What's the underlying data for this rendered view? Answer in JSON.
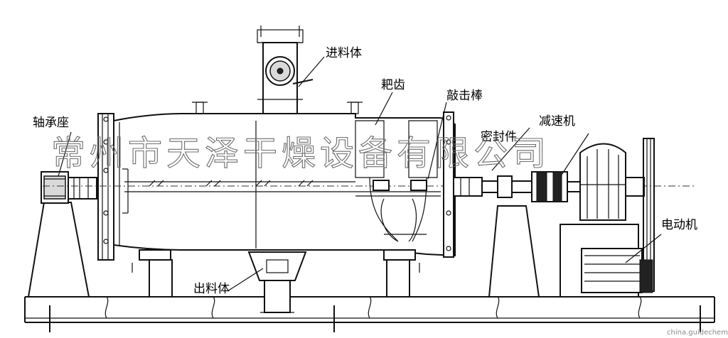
{
  "labels": {
    "feed_body": "进料体",
    "rake_teeth": "耙齿",
    "knock_rod": "敲击棒",
    "reducer": "减速机",
    "seal": "密封件",
    "bearing_seat": "轴承座",
    "motor": "电动机",
    "discharge_body": "出料体"
  },
  "watermark": "常州市天泽干燥设备有限公司",
  "source": "china.guidechem.c"
}
